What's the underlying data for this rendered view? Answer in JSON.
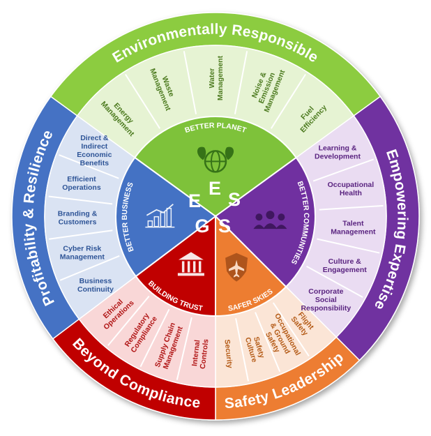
{
  "sectors": [
    {
      "id": "environment",
      "outer_label": "Environmentally Responsible",
      "pillar": "BETTER PLANET",
      "icon": "globe-leaves-icon",
      "colors": {
        "outer": "#8ccc3f",
        "band": "#e6f3d3",
        "inner": "#7ec23a",
        "text": "#4c7a1f"
      },
      "topics": [
        "Energy Management",
        "Waste Management",
        "Water Management",
        "Noise & Emission Management",
        "Fuel Efficiency"
      ]
    },
    {
      "id": "social-people",
      "outer_label": "Empowering Expertise",
      "pillar": "BETTER COMMUNITIES",
      "icon": "people-group-icon",
      "colors": {
        "outer": "#7030a0",
        "band": "#eadcf2",
        "inner": "#7030a0",
        "text": "#5a2480"
      },
      "topics": [
        "Learning & Development",
        "Occupational Health",
        "Talent Management",
        "Culture & Engagement",
        "Corporate Social Responsibility"
      ]
    },
    {
      "id": "social-safety",
      "outer_label": "Safety Leadership",
      "pillar": "SAFER SKIES",
      "icon": "shield-plane-icon",
      "colors": {
        "outer": "#ed7d31",
        "band": "#fbe5d6",
        "inner": "#ed7d31",
        "text": "#b45b17"
      },
      "topics": [
        "Flight Safety",
        "Occupational & Ground Safety",
        "Safety Culture",
        "Security"
      ]
    },
    {
      "id": "governance",
      "outer_label": "Beyond Compliance",
      "pillar": "BUILDING TRUST",
      "icon": "courthouse-icon",
      "colors": {
        "outer": "#c00000",
        "band": "#f9d7d7",
        "inner": "#c00000",
        "text": "#b01515"
      },
      "topics": [
        "Internal Controls",
        "Supply Chain Management",
        "Regulatory Compliance",
        "Ethical Operations"
      ]
    },
    {
      "id": "business",
      "outer_label": "Profitability & Resilience",
      "pillar": "BETTER BUSINESS",
      "icon": "bar-chart-icon",
      "colors": {
        "outer": "#4472c4",
        "band": "#dae3f3",
        "inner": "#4472c4",
        "text": "#2f5597"
      },
      "topics": [
        "Business Continuity",
        "Cyber Risk Management",
        "Branding & Customers",
        "Efficient Operations",
        "Direct & Indirect Economic Benefits"
      ]
    }
  ],
  "center": {
    "letters": [
      "E",
      "S",
      "S",
      "G",
      "E"
    ],
    "letter_colors": [
      "#7ec23a",
      "#7030a0",
      "#ed7d31",
      "#c00000",
      "#4472c4"
    ]
  }
}
